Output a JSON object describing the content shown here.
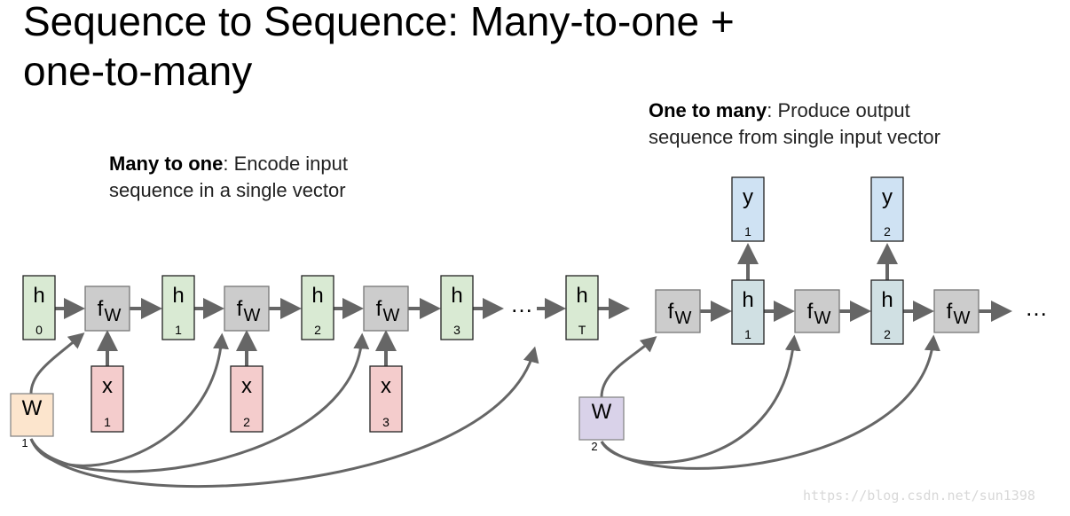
{
  "title": "Sequence to Sequence: Many-to-one + one-to-many",
  "title_line1": "Sequence to Sequence: Many-to-one +",
  "title_line2": "one-to-many",
  "many_to_one": {
    "bold": "Many to one",
    "rest_line1": ": Encode input",
    "line2": "sequence in a single vector"
  },
  "one_to_many": {
    "bold": "One to many",
    "rest_line1": ": Produce output",
    "line2": "sequence from single input vector"
  },
  "colors": {
    "h_green": "#d9ead3",
    "x_red": "#f4cccc",
    "f_gray": "#cccccc",
    "w1_orange": "#fce5cd",
    "w2_purple": "#d9d2e9",
    "y_blue": "#cfe2f3",
    "h_blue": "#d0e0e3",
    "arrow": "#666666"
  },
  "encoder": {
    "h": [
      {
        "label": "h",
        "sub": "0"
      },
      {
        "label": "h",
        "sub": "1"
      },
      {
        "label": "h",
        "sub": "2"
      },
      {
        "label": "h",
        "sub": "3"
      },
      {
        "label": "h",
        "sub": "T"
      }
    ],
    "x": [
      {
        "label": "x",
        "sub": "1"
      },
      {
        "label": "x",
        "sub": "2"
      },
      {
        "label": "x",
        "sub": "3"
      }
    ],
    "f": {
      "label": "f",
      "sub": "W"
    },
    "w": {
      "label": "W",
      "sub": "1"
    },
    "ellipsis": "…"
  },
  "decoder": {
    "h": [
      {
        "label": "h",
        "sub": "1"
      },
      {
        "label": "h",
        "sub": "2"
      }
    ],
    "y": [
      {
        "label": "y",
        "sub": "1"
      },
      {
        "label": "y",
        "sub": "2"
      }
    ],
    "f": {
      "label": "f",
      "sub": "W"
    },
    "w": {
      "label": "W",
      "sub": "2"
    },
    "ellipsis": "…"
  },
  "watermark": "https://blog.csdn.net/sun1398"
}
